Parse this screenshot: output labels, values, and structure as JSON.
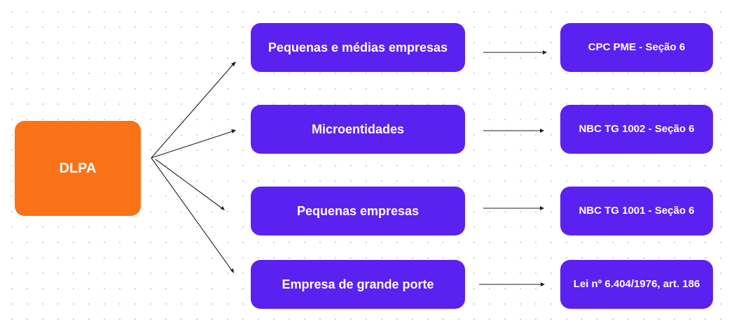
{
  "root": {
    "label": "DLPA"
  },
  "rows": [
    {
      "category": "Pequenas e médias empresas",
      "standard": "CPC PME - Seção 6"
    },
    {
      "category": "Microentidades",
      "standard": "NBC TG 1002 - Seção 6"
    },
    {
      "category": "Pequenas empresas",
      "standard": "NBC TG 1001 - Seção 6"
    },
    {
      "category": "Empresa de grande porte",
      "standard": "Lei nº 6.404/1976, art. 186"
    }
  ],
  "colors": {
    "root": "#f97316",
    "node": "#5b21f0",
    "text": "#ffffff",
    "connector": "#1f1f1f"
  }
}
